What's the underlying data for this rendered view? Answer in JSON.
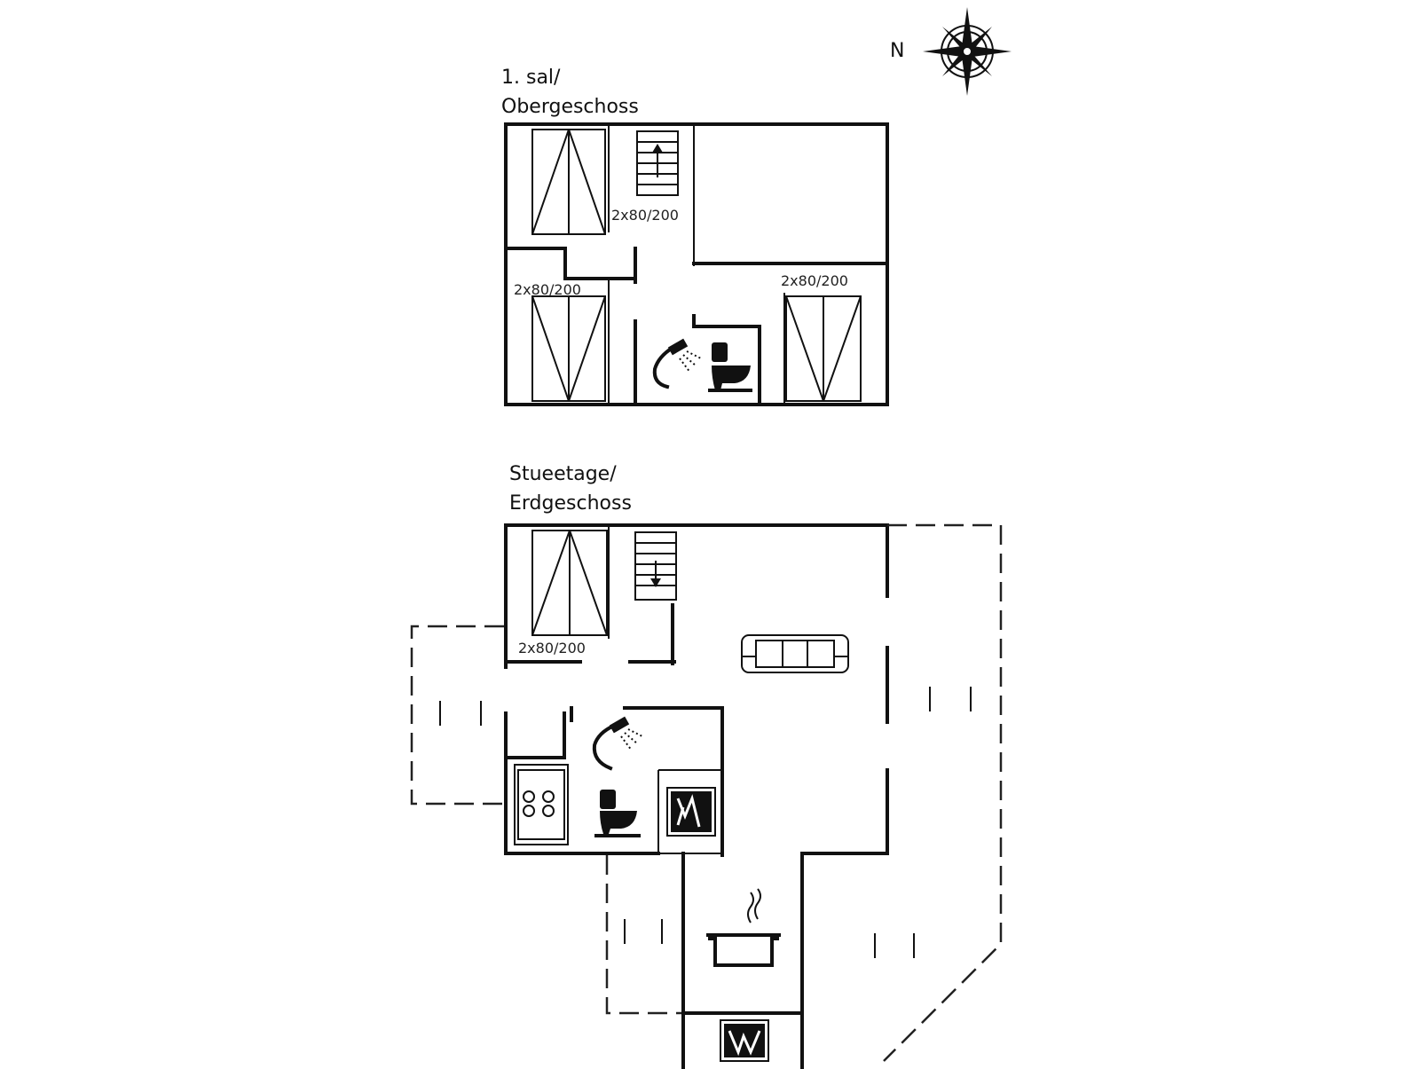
{
  "compass": {
    "label": "N"
  },
  "upper_floor": {
    "title_line1": "1. sal/",
    "title_line2": "Obergeschoss"
  },
  "ground_floor": {
    "title_line1": "Stueetage/",
    "title_line2": "Erdgeschoss"
  },
  "bed_labels": {
    "upper_top_left": "2x80/200",
    "upper_left": "2x80/200",
    "upper_right": "2x80/200",
    "ground_left": "2x80/200"
  },
  "icons": [
    "compass-rose-icon",
    "staircase-up-icon",
    "staircase-down-icon",
    "bed-icon",
    "shower-icon",
    "toilet-icon",
    "sofa-icon",
    "stove-icon",
    "washing-machine-icon",
    "cooking-pot-icon",
    "fireplace-icon"
  ]
}
